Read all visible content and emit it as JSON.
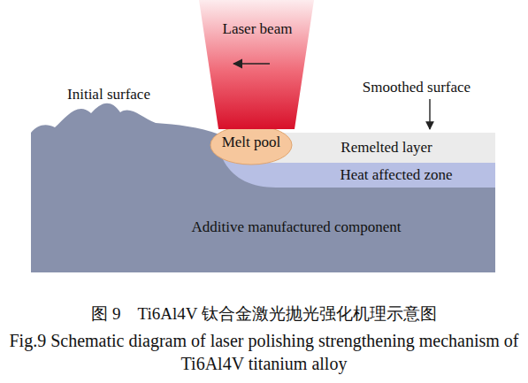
{
  "diagram": {
    "caption": "图 9　Ti6Al4V 钛合金激光抛光强化机理示意图",
    "nodes": [
      {
        "text": [
          "Laser beam"
        ]
      },
      {
        "text": [
          "Melt pool"
        ]
      },
      {
        "text": [
          "Remelted layer"
        ]
      },
      {
        "text": [
          "Heat affected zone"
        ]
      },
      {
        "text": [
          "Additive manufactured component"
        ]
      }
    ],
    "edges": [],
    "labels": [
      "Initial surface",
      "Smoothed surface",
      "Fig.9 Schematic diagram of laser polishing strengthening mechanism of Ti6Al4V titanium alloy"
    ]
  }
}
